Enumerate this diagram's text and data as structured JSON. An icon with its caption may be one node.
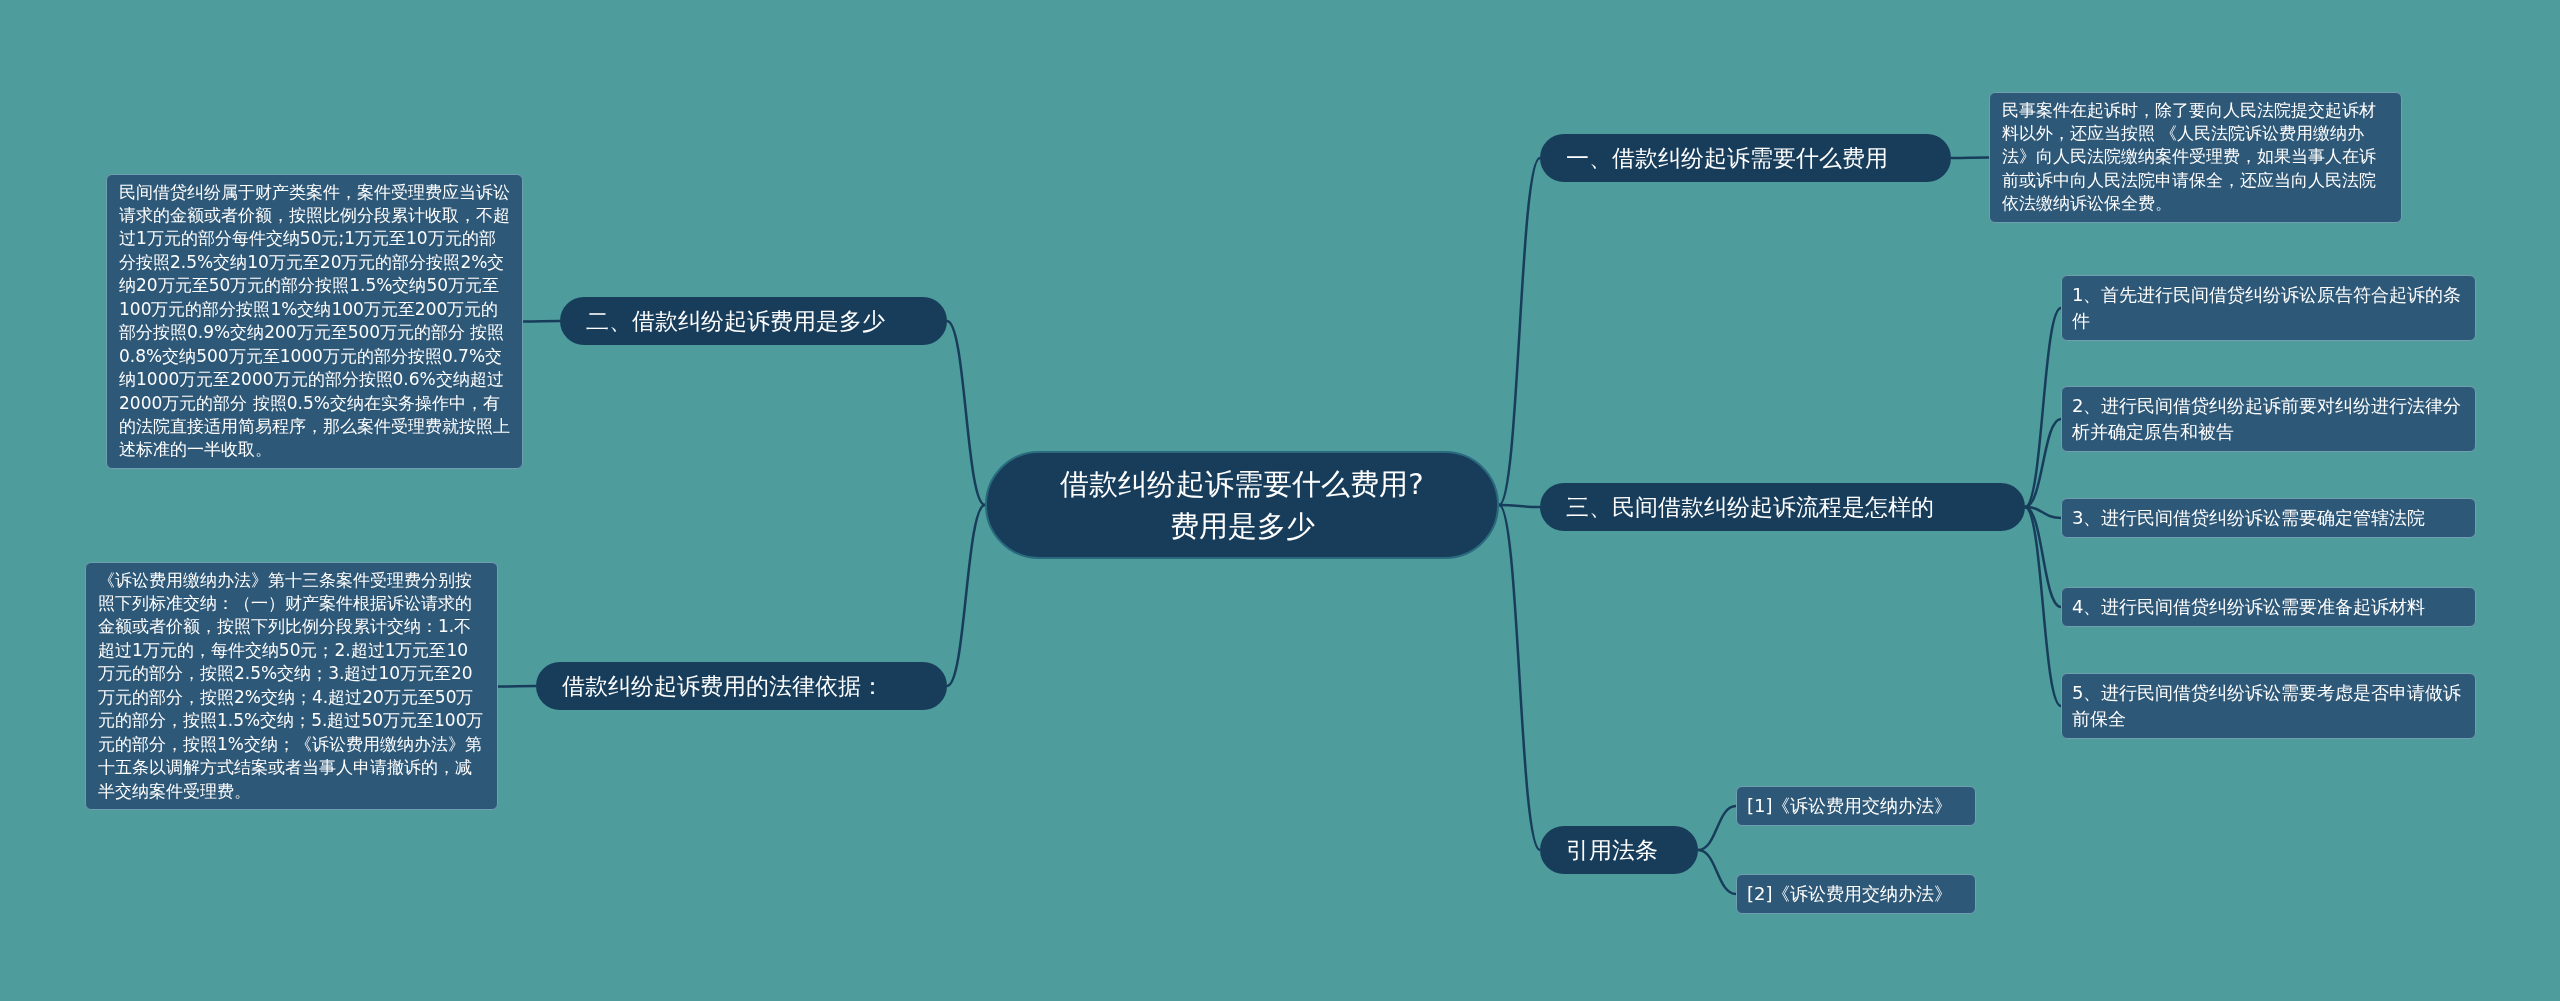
{
  "diagram": {
    "nodes": [
      {
        "text": [
          "借款纠纷起诉需要什么费用?费用是多少"
        ]
      },
      {
        "text": [
          "一、借款纠纷起诉需要什么费用"
        ]
      },
      {
        "text": [
          "民事案件在起诉时，除了要向人民法院提交起诉材料以外，还应当按照 《人民法院诉讼费用缴纳办法》向人民法院缴纳案件受理费，如果当事人在诉前或诉中向人民法院申请保全，还应当向人民法院依法缴纳诉讼保全费。"
        ]
      },
      {
        "text": [
          "二、借款纠纷起诉费用是多少"
        ]
      },
      {
        "text": [
          "民间借贷纠纷属于财产类案件，案件受理费应当诉讼请求的金额或者价额，按照比例分段累计收取，不超过1万元的部分每件交纳50元;1万元至10万元的部分按照2.5%交纳10万元至20万元的部分按照2%交纳20万元至50万元的部分按照1.5%交纳50万元至100万元的部分按照1%交纳100万元至200万元的部分按照0.9%交纳200万元至500万元的部分 按照0.8%交纳500万元至1000万元的部分按照0.7%交纳1000万元至2000万元的部分按照0.6%交纳超过2000万元的部分 按照0.5%交纳在实务操作中，有的法院直接适用简易程序，那么案件受理费就按照上述标准的一半收取。"
        ]
      },
      {
        "text": [
          "三、民间借款纠纷起诉流程是怎样的"
        ]
      },
      {
        "text": [
          "1、首先进行民间借贷纠纷诉讼原告符合起诉的条件"
        ]
      },
      {
        "text": [
          "2、进行民间借贷纠纷起诉前要对纠纷进行法律分析并确定原告和被告"
        ]
      },
      {
        "text": [
          "3、进行民间借贷纠纷诉讼需要确定管辖法院"
        ]
      },
      {
        "text": [
          "4、进行民间借贷纠纷诉讼需要准备起诉材料"
        ]
      },
      {
        "text": [
          "5、进行民间借贷纠纷诉讼需要考虑是否申请做诉前保全"
        ]
      },
      {
        "text": [
          "借款纠纷起诉费用的法律依据："
        ]
      },
      {
        "text": [
          "《诉讼费用缴纳办法》第十三条案件受理费分别按照下列标准交纳：（一）财产案件根据诉讼请求的金额或者价额，按照下列比例分段累计交纳：1.不超过1万元的，每件交纳50元；2.超过1万元至10万元的部分，按照2.5%交纳；3.超过10万元至20万元的部分，按照2%交纳；4.超过20万元至50万元的部分，按照1.5%交纳；5.超过50万元至100万元的部分，按照1%交纳；《诉讼费用缴纳办法》第十五条以调解方式结案或者当事人申请撤诉的，减半交纳案件受理费。"
        ]
      },
      {
        "text": [
          "引用法条"
        ]
      },
      {
        "text": [
          "[1]《诉讼费用交纳办法》"
        ]
      },
      {
        "text": [
          "[2]《诉讼费用交纳办法》"
        ]
      }
    ],
    "edges": [
      {
        "from": 0,
        "to": 1,
        "arrow": "none"
      },
      {
        "from": 1,
        "to": 2,
        "arrow": "none"
      },
      {
        "from": 0,
        "to": 3,
        "arrow": "none"
      },
      {
        "from": 3,
        "to": 4,
        "arrow": "none"
      },
      {
        "from": 0,
        "to": 5,
        "arrow": "none"
      },
      {
        "from": 5,
        "to": 6,
        "arrow": "none"
      },
      {
        "from": 5,
        "to": 7,
        "arrow": "none"
      },
      {
        "from": 5,
        "to": 8,
        "arrow": "none"
      },
      {
        "from": 5,
        "to": 9,
        "arrow": "none"
      },
      {
        "from": 5,
        "to": 10,
        "arrow": "none"
      },
      {
        "from": 0,
        "to": 11,
        "arrow": "none"
      },
      {
        "from": 11,
        "to": 12,
        "arrow": "none"
      },
      {
        "from": 0,
        "to": 13,
        "arrow": "none"
      },
      {
        "from": 13,
        "to": 14,
        "arrow": "none"
      },
      {
        "from": 13,
        "to": 15,
        "arrow": "none"
      }
    ]
  }
}
